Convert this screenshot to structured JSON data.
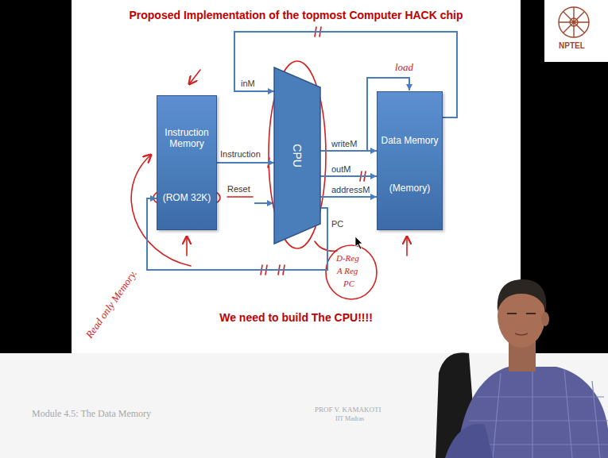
{
  "diagram": {
    "title": "Proposed Implementation of the topmost Computer HACK chip",
    "nodes": [
      {
        "text": [
          "Instruction Memory",
          "(ROM 32K)"
        ]
      },
      {
        "text": [
          "CPU"
        ]
      },
      {
        "text": [
          "Data Memory",
          "(Memory)"
        ]
      }
    ],
    "edges": [
      {
        "from": 0,
        "to": 1,
        "label": "Instruction",
        "arrow": "to"
      },
      {
        "from": 1,
        "to": 2,
        "label": "writeM",
        "arrow": "to"
      },
      {
        "from": 1,
        "to": 2,
        "label": "outM",
        "arrow": "to"
      },
      {
        "from": 1,
        "to": 2,
        "label": "addressM",
        "arrow": "to"
      },
      {
        "from": 2,
        "to": 1,
        "label": "inM",
        "arrow": "to"
      },
      {
        "from": 1,
        "to": 0,
        "label": "PC",
        "arrow": "to"
      }
    ],
    "labels": [
      "Reset",
      "load",
      "Read only Memory.",
      "D-Reg",
      "A Reg",
      "PC",
      "We need to build The CPU!!!!",
      "NPTEL",
      "Module 4.5: The Data Memory",
      "PROF V. KAMAKOTI",
      "IIT Madras"
    ]
  }
}
